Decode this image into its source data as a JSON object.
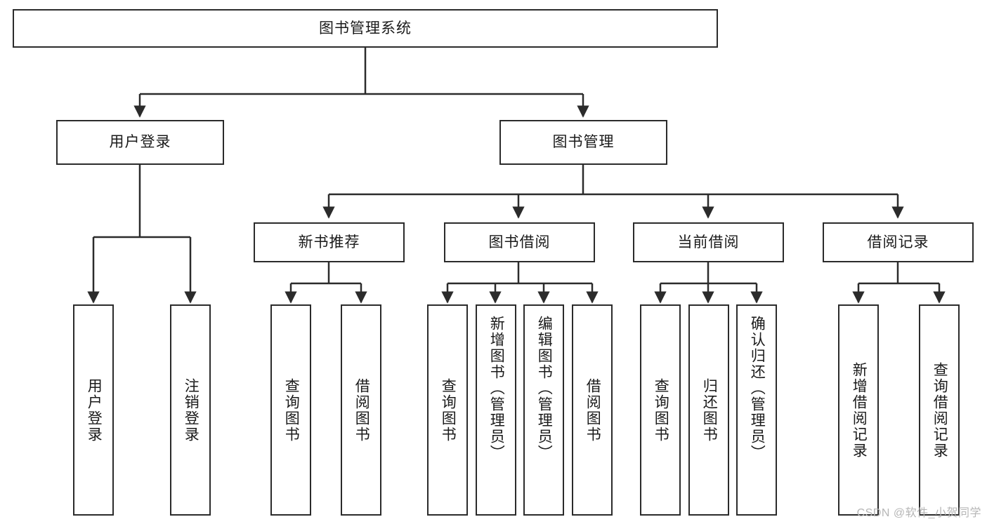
{
  "diagram": {
    "title": "图书管理系统",
    "type": "tree",
    "colors": {
      "stroke": "#2b2b2b",
      "fill": "#ffffff",
      "text": "#1a1a1a",
      "watermark": "#b6b6b6"
    },
    "root": {
      "label": "图书管理系统"
    },
    "level2": [
      {
        "label": "用户登录"
      },
      {
        "label": "图书管理"
      }
    ],
    "level3": [
      {
        "label": "新书推荐"
      },
      {
        "label": "图书借阅"
      },
      {
        "label": "当前借阅"
      },
      {
        "label": "借阅记录"
      }
    ],
    "leaves": {
      "user_login": [
        {
          "label": "用户登录"
        },
        {
          "label": "注销登录"
        }
      ],
      "new_book": [
        {
          "label": "查询图书"
        },
        {
          "label": "借阅图书"
        }
      ],
      "book_borrow": [
        {
          "label": "查询图书"
        },
        {
          "label": "新增图书（管理员）"
        },
        {
          "label": "编辑图书（管理员）"
        },
        {
          "label": "借阅图书"
        }
      ],
      "current_borrow": [
        {
          "label": "查询图书"
        },
        {
          "label": "归还图书"
        },
        {
          "label": "确认归还（管理员）"
        }
      ],
      "borrow_record": [
        {
          "label": "新增借阅记录"
        },
        {
          "label": "查询借阅记录"
        }
      ]
    }
  },
  "watermark": {
    "text": "CSDN @软件_小贺同学"
  }
}
